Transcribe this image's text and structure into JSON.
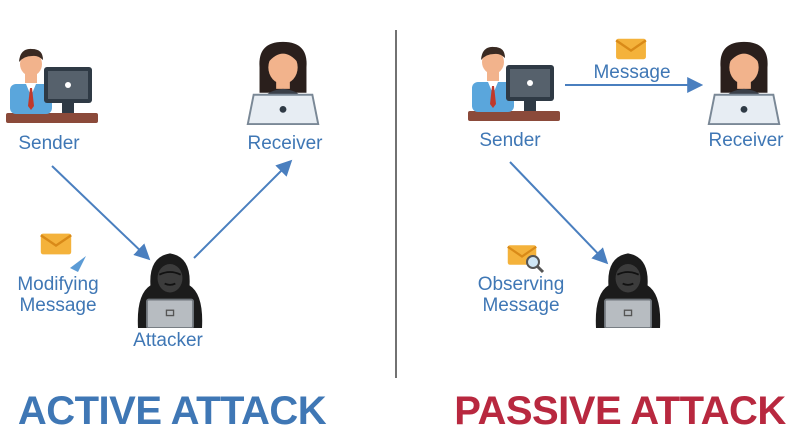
{
  "colors": {
    "accent_blue": "#3f77b5",
    "accent_red": "#b8283f",
    "arrow": "#4a7fbf",
    "divider": "#444444"
  },
  "active": {
    "sender": "Sender",
    "receiver": "Receiver",
    "modifying_line1": "Modifying",
    "modifying_line2": "Message",
    "attacker": "Attacker",
    "title": "ACTIVE ATTACK"
  },
  "passive": {
    "sender": "Sender",
    "receiver": "Receiver",
    "message": "Message",
    "observing_line1": "Observing",
    "observing_line2": "Message",
    "title": "PASSIVE ATTACK"
  }
}
